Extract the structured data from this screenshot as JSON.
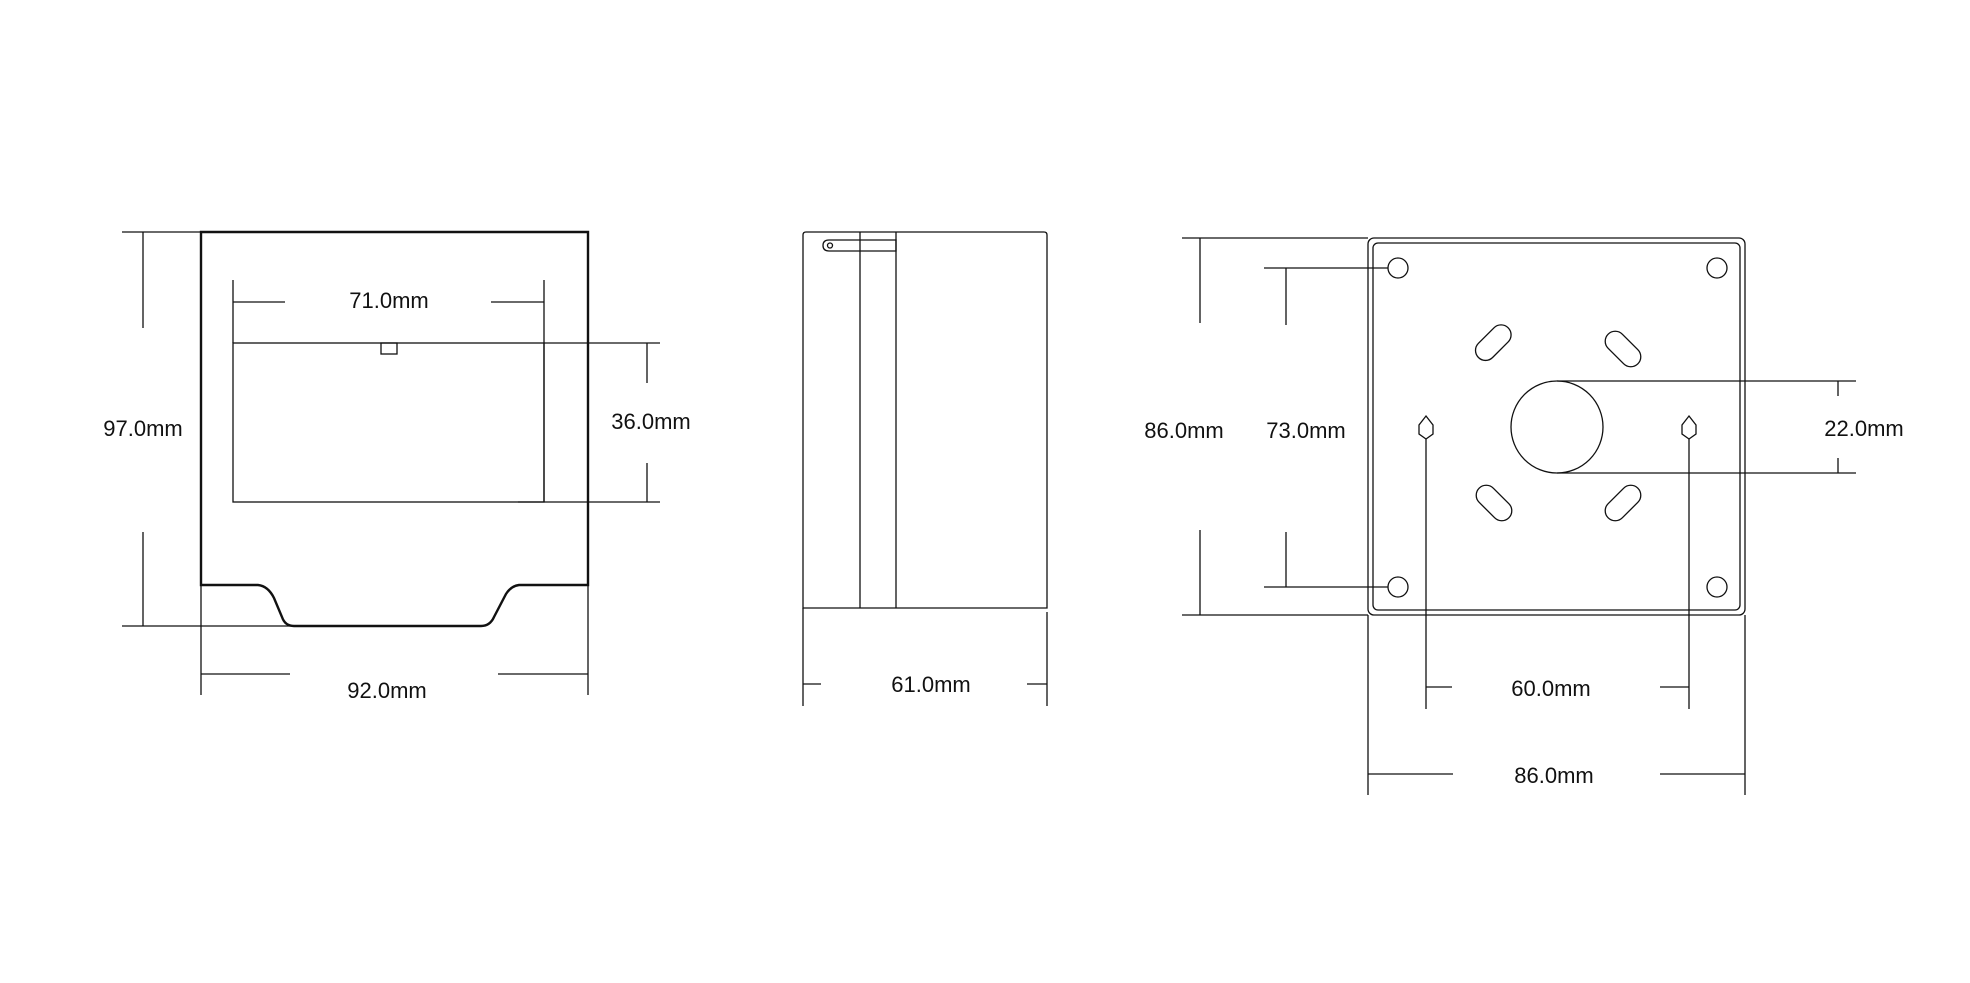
{
  "front_view": {
    "height_label": "97.0mm",
    "window_width_label": "71.0mm",
    "window_height_label": "36.0mm",
    "width_label": "92.0mm"
  },
  "side_view": {
    "depth_label": "61.0mm"
  },
  "back_view": {
    "outer_height_label": "86.0mm",
    "hole_vertical_spacing_label": "73.0mm",
    "center_hole_label": "22.0mm",
    "hole_horizontal_spacing_label": "60.0mm",
    "outer_width_label": "86.0mm"
  },
  "colors": {
    "line": "#111111",
    "background": "#ffffff"
  }
}
